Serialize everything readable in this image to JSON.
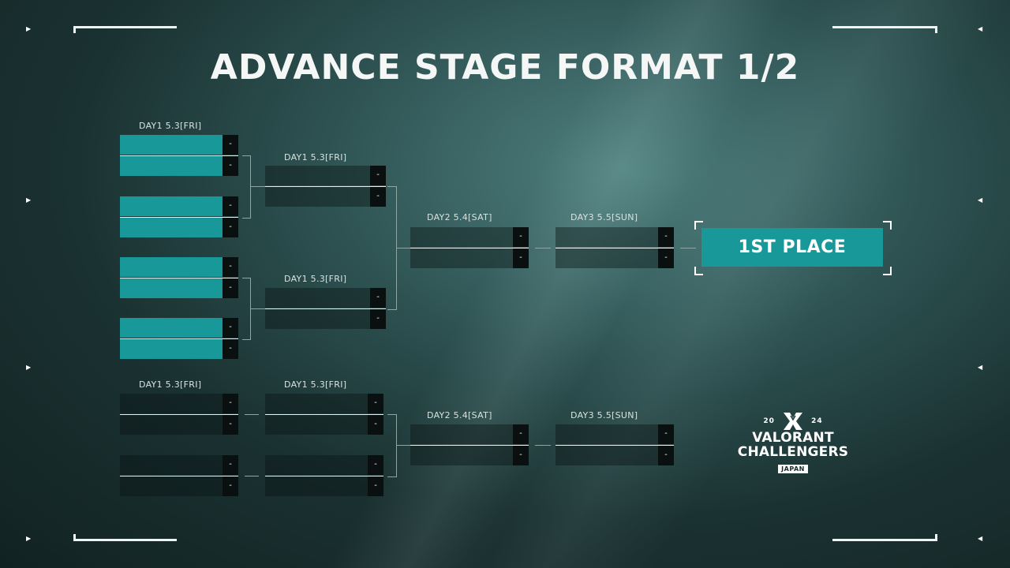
{
  "title": "ADVANCE STAGE FORMAT 1/2",
  "colors": {
    "accent": "#19989a",
    "score_bg": "#0a0f0f",
    "background": "#1b3232"
  },
  "labels": {
    "r1_upper": "DAY1  5.3[FRI]",
    "r2_upper_a": "DAY1  5.3[FRI]",
    "r2_upper_b": "DAY1  5.3[FRI]",
    "semi_upper": "DAY2  5.4[SAT]",
    "final_upper": "DAY3  5.5[SUN]",
    "r1_lower": "DAY1  5.3[FRI]",
    "r2_lower": "DAY1  5.3[FRI]",
    "semi_lower": "DAY2  5.4[SAT]",
    "final_lower": "DAY3  5.5[SUN]"
  },
  "score_placeholder": "-",
  "first_place": "1ST PLACE",
  "logo": {
    "year_left": "20",
    "year_right": "24",
    "line1": "VALORANT",
    "line2": "CHALLENGERS",
    "region": "JAPAN"
  }
}
